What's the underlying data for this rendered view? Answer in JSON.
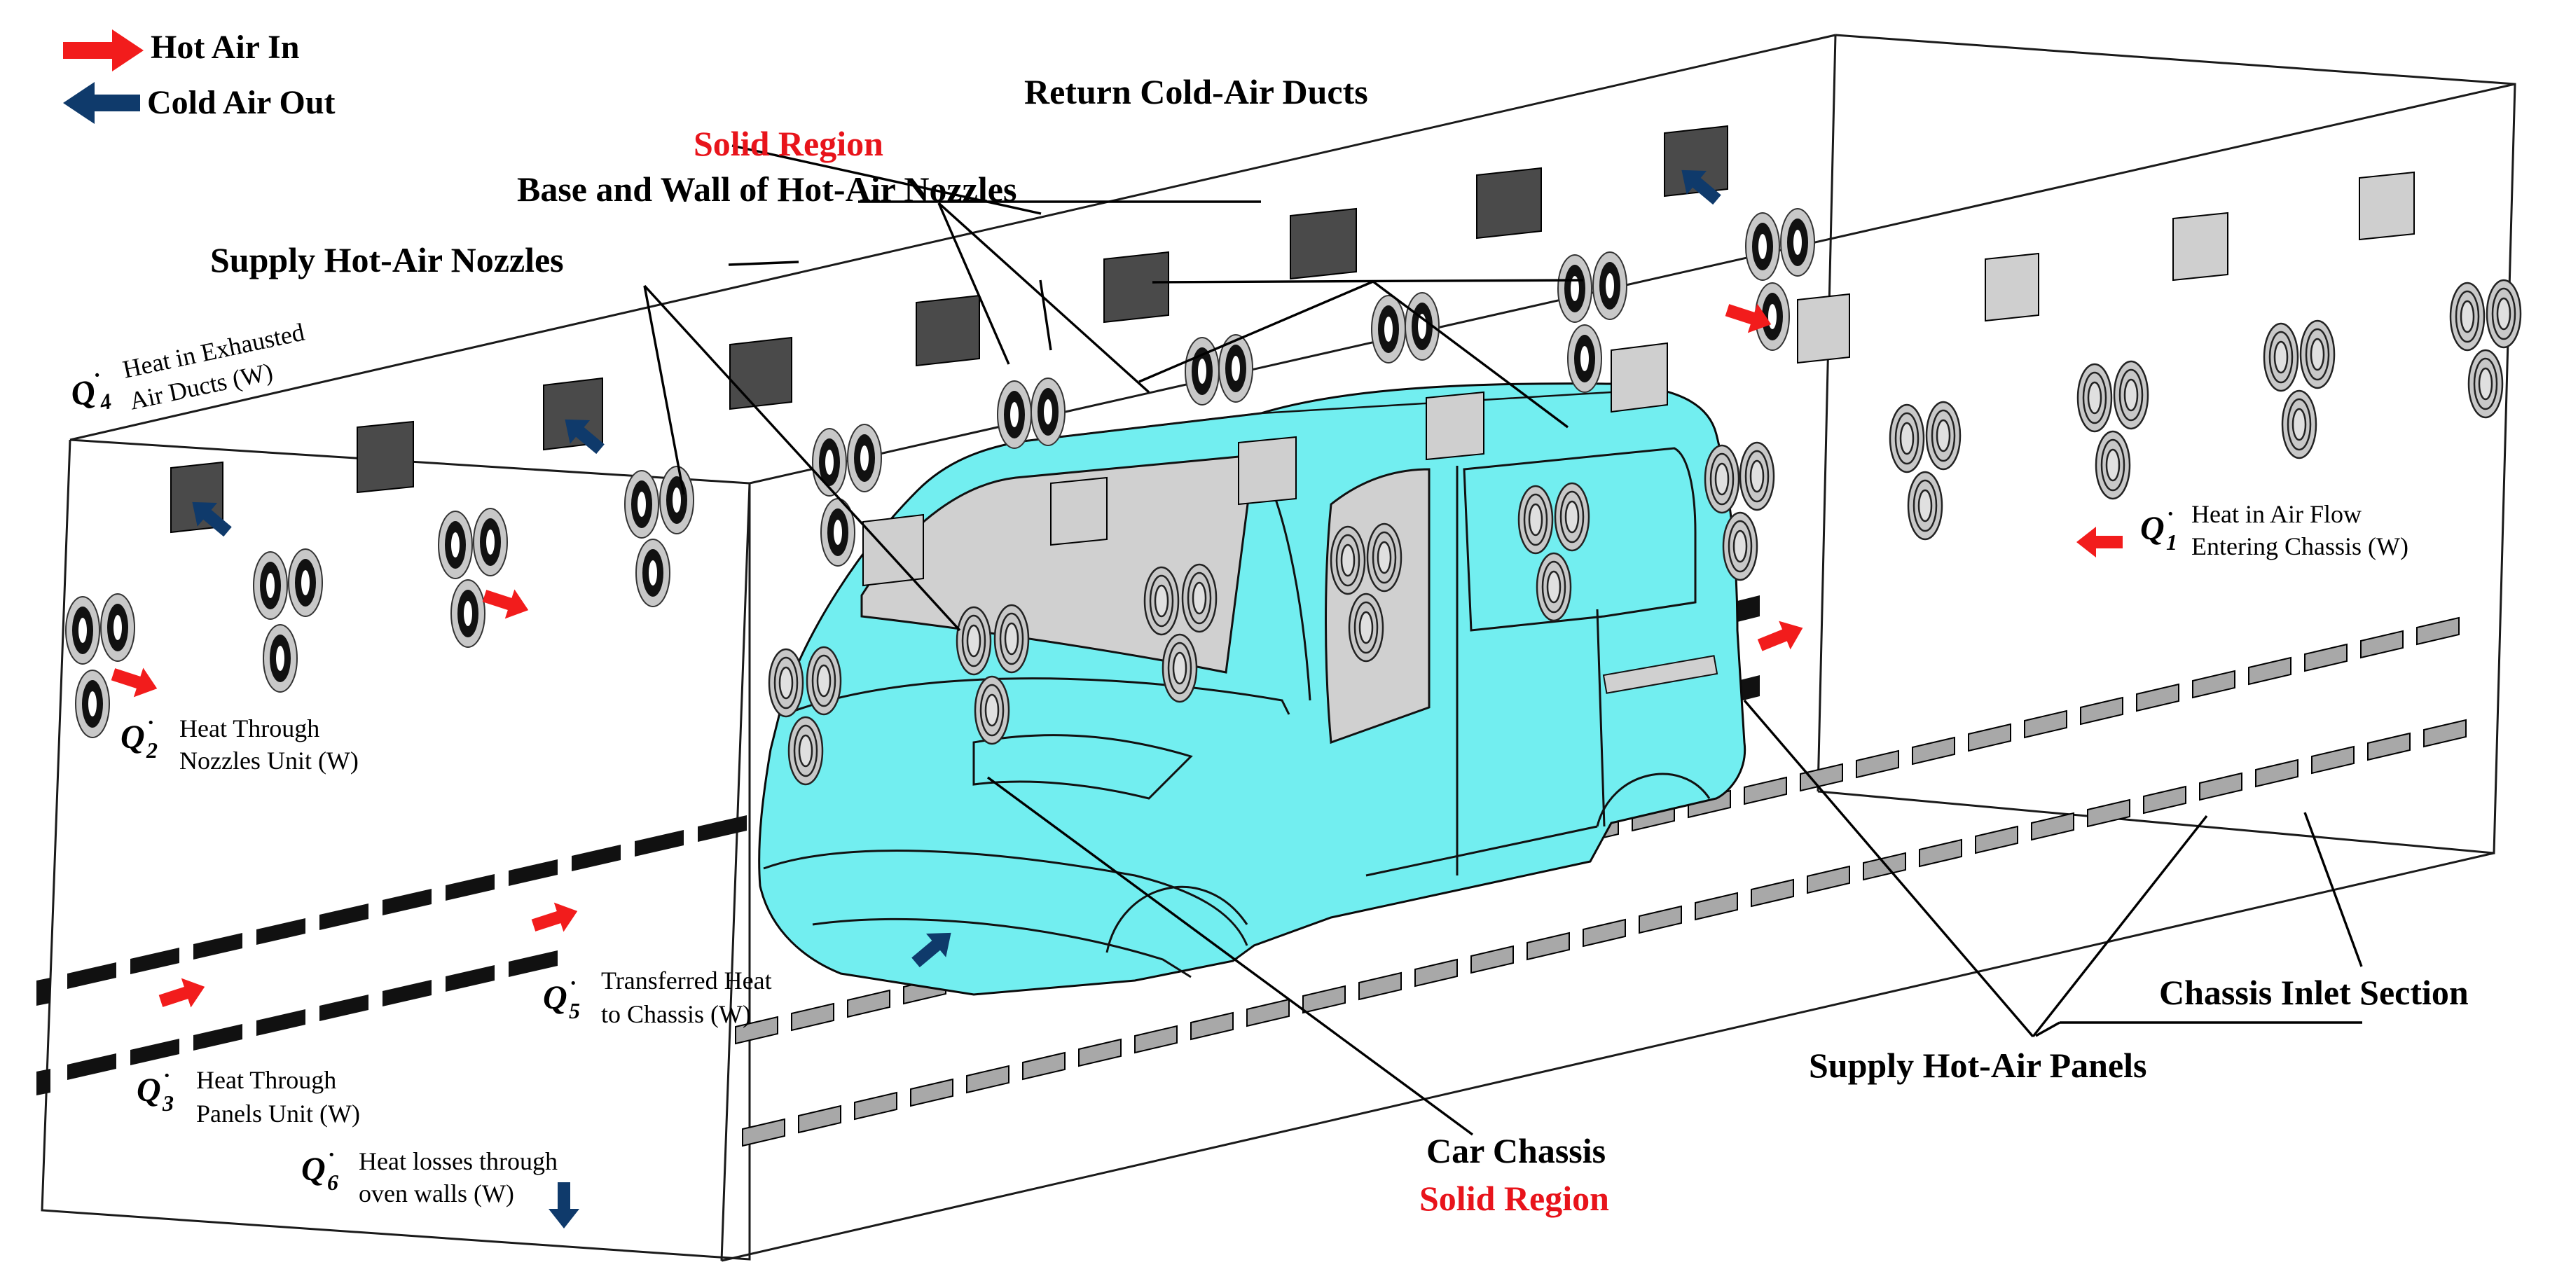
{
  "legend": {
    "hot_label": "Hot Air In",
    "cold_label": "Cold Air Out",
    "hot_color": "#f21c1c",
    "cold_color": "#0f3a6b"
  },
  "labels": {
    "return_ducts": "Return Cold-Air Ducts",
    "solid_region_top": "Solid Region",
    "nozzle_base": "Base and Wall of Hot-Air Nozzles",
    "supply_nozzles": "Supply Hot-Air Nozzles",
    "chassis_inlet": "Chassis Inlet Section",
    "supply_panels": "Supply Hot-Air Panels",
    "car_chassis": "Car Chassis",
    "solid_region_bottom": "Solid Region"
  },
  "heat_terms": [
    {
      "id": "q1",
      "symbol": "Q",
      "sub": "1",
      "line1": "Heat in Air Flow",
      "line2": "Entering Chassis (W)"
    },
    {
      "id": "q2",
      "symbol": "Q",
      "sub": "2",
      "line1": "Heat Through",
      "line2": "Nozzles Unit (W)"
    },
    {
      "id": "q3",
      "symbol": "Q",
      "sub": "3",
      "line1": "Heat Through",
      "line2": "Panels Unit (W)"
    },
    {
      "id": "q4",
      "symbol": "Q",
      "sub": "4",
      "line1": "Heat in Exhausted",
      "line2": "Air Ducts (W)"
    },
    {
      "id": "q5",
      "symbol": "Q",
      "sub": "5",
      "line1": "Transferred Heat",
      "line2": "to Chassis (W)"
    },
    {
      "id": "q6",
      "symbol": "Q",
      "sub": "6",
      "line1": "Heat losses through",
      "line2": "oven walls (W)"
    }
  ],
  "colors": {
    "chassis_fill": "#72eef0",
    "nozzle_dark": "#111111",
    "nozzle_grey": "#c8c8c8",
    "duct_dark": "#4a4a4a",
    "duct_light": "#cfcfcf",
    "panel_dark": "#111111",
    "panel_grey": "#a8a8a8"
  }
}
